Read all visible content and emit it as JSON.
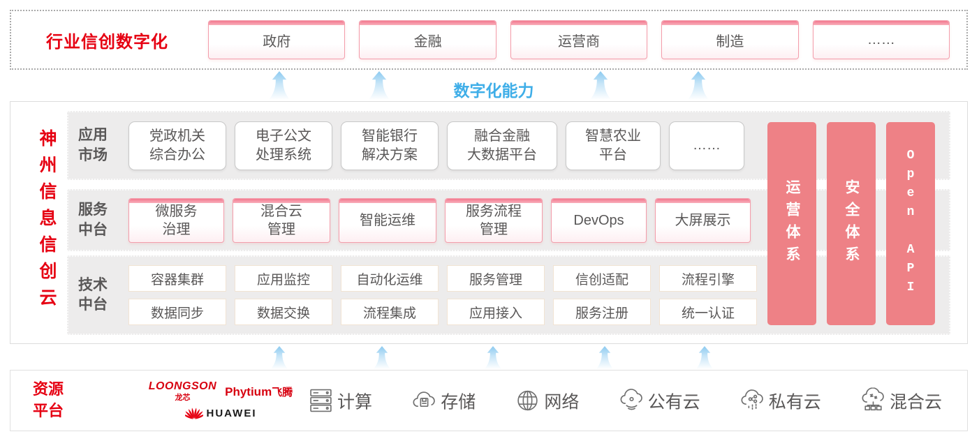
{
  "colors": {
    "accent_red": "#e60012",
    "salmon_pillar": "#ee8186",
    "capability_blue": "#3faee8",
    "text_gray": "#595757"
  },
  "top": {
    "title": "行业信创数字化",
    "items": [
      "政府",
      "金融",
      "运营商",
      "制造",
      "……"
    ]
  },
  "capability": {
    "label": "数字化能力"
  },
  "main": {
    "side_label": "神州信息信创云",
    "app_row": {
      "label": "应用\n市场",
      "items": [
        "党政机关\n综合办公",
        "电子公文\n处理系统",
        "智能银行\n解决方案",
        "融合金融\n大数据平台",
        "智慧农业\n平台",
        "……"
      ]
    },
    "service_row": {
      "label": "服务\n中台",
      "items": [
        "微服务\n治理",
        "混合云\n管理",
        "智能运维",
        "服务流程\n管理",
        "DevOps",
        "大屏展示"
      ]
    },
    "tech_row": {
      "label": "技术\n中台",
      "items_top": [
        "容器集群",
        "应用监控",
        "自动化运维",
        "服务管理",
        "信创适配",
        "流程引擎"
      ],
      "items_bottom": [
        "数据同步",
        "数据交换",
        "流程集成",
        "应用接入",
        "服务注册",
        "统一认证"
      ]
    },
    "pillars": [
      "运营体系",
      "安全体系",
      "Open API"
    ]
  },
  "bottom": {
    "label": "资源\n平台",
    "logos": {
      "loongson": "LOONGSON",
      "loongson_cn": "龙芯",
      "phytium": "Phytium",
      "phytium_cn": "飞腾",
      "huawei": "HUAWEI"
    },
    "resources": [
      {
        "icon": "compute-server-icon",
        "label": "计算"
      },
      {
        "icon": "storage-cloud-icon",
        "label": "存储"
      },
      {
        "icon": "network-globe-icon",
        "label": "网络"
      },
      {
        "icon": "public-cloud-icon",
        "label": "公有云"
      },
      {
        "icon": "private-cloud-icon",
        "label": "私有云"
      },
      {
        "icon": "hybrid-cloud-icon",
        "label": "混合云"
      }
    ]
  }
}
